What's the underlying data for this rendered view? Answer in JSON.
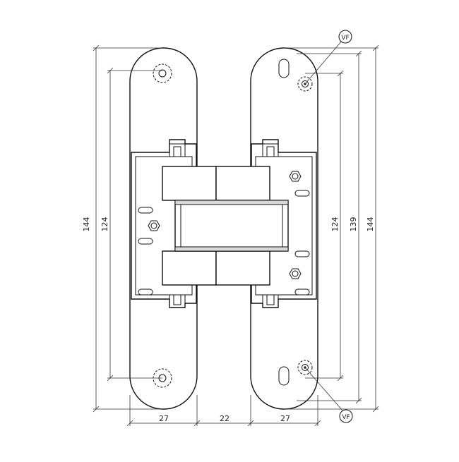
{
  "diagram": {
    "dimensions": {
      "left_outer_height": "144",
      "left_inner_height": "124",
      "right_inner_height": "124",
      "right_mid_height": "139",
      "right_outer_height": "144",
      "bottom_left_width": "27",
      "bottom_middle_width": "22",
      "bottom_right_width": "27"
    },
    "callouts": {
      "top_marker": "VF",
      "bottom_marker": "VF"
    }
  }
}
